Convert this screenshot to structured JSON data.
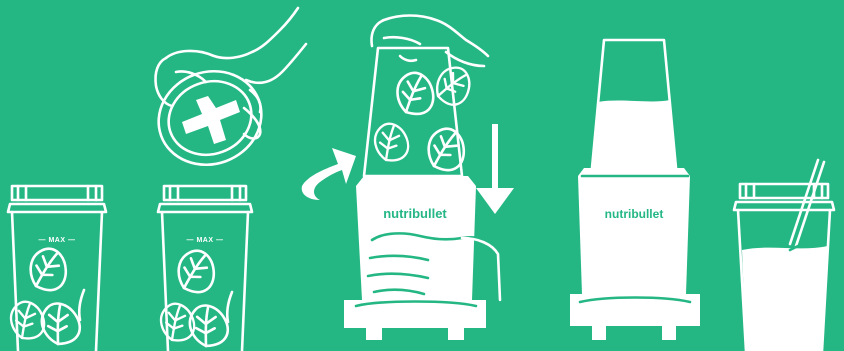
{
  "colors": {
    "background": "#24b784",
    "line": "#ffffff"
  },
  "steps": [
    {
      "icon": "cup-with-spinach-icon",
      "fill_mark": "— MAX —"
    },
    {
      "icon": "hand-twisting-blade-onto-cup-icon",
      "fill_mark": "— MAX —"
    },
    {
      "icon": "twist-and-press-into-blender-icon",
      "brand": "nutribullet",
      "arrows": [
        "rotate-arrow-icon",
        "press-down-arrow-icon"
      ]
    },
    {
      "icon": "blended-smoothie-on-base-icon",
      "brand": "nutribullet"
    },
    {
      "icon": "smoothie-cup-with-straw-icon"
    }
  ]
}
